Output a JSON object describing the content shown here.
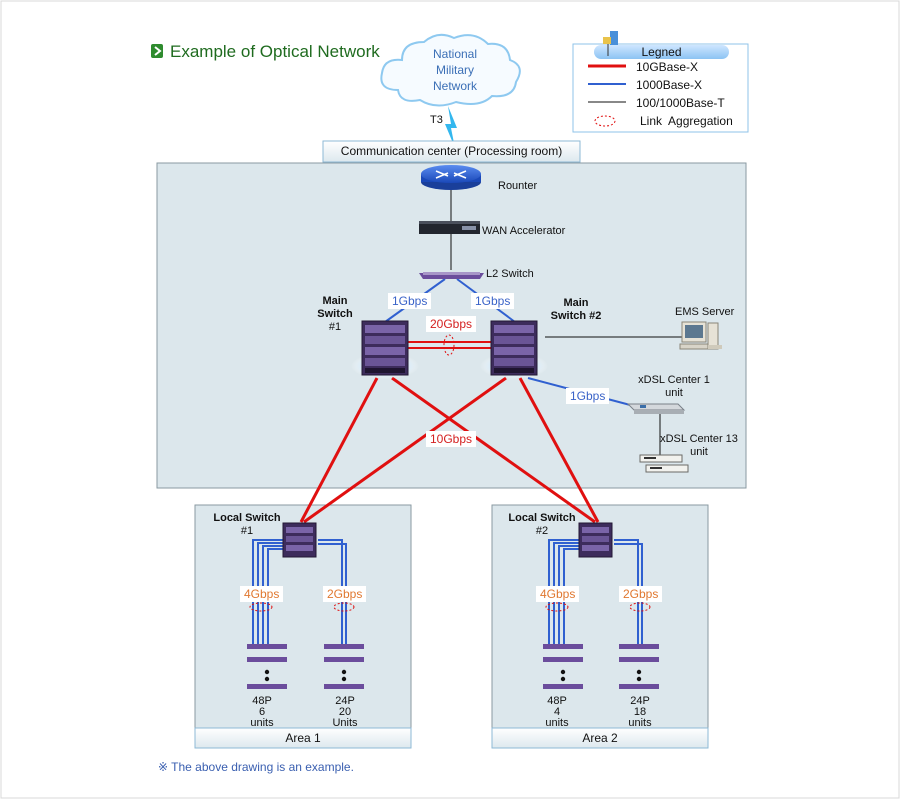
{
  "title": "Example of Optical Network",
  "cloud": {
    "line1": "National",
    "line2": "Military",
    "line3": "Network"
  },
  "link_t3": "T3",
  "center_panel": {
    "title": "Communication center (Processing room)"
  },
  "devices": {
    "router": "Rounter",
    "wan": "WAN Accelerator",
    "l2": "L2 Switch",
    "main1": {
      "line1": "Main",
      "line2": "Switch",
      "line3": "#1"
    },
    "main2": {
      "line1": "Main",
      "line2": "Switch #2"
    },
    "ems": "EMS Server",
    "xdsl1": {
      "line1": "xDSL Center 1",
      "line2": "unit"
    },
    "xdsl13": {
      "line1": "xDSL Center 13",
      "line2": "unit"
    },
    "local1": {
      "line1": "Local Switch",
      "line2": "#1"
    },
    "local2": {
      "line1": "Local Switch",
      "line2": "#2"
    }
  },
  "speeds": {
    "uplink_left": "1Gbps",
    "uplink_right": "1Gbps",
    "agg_main": "20Gbps",
    "xdsl": "1Gbps",
    "core": "10Gbps",
    "a1_left": "4Gbps",
    "a1_right": "2Gbps",
    "a2_left": "4Gbps",
    "a2_right": "2Gbps"
  },
  "legend": {
    "title": "Legned",
    "items": [
      {
        "label": "10GBase-X",
        "color": "#e01010"
      },
      {
        "label": "1000Base-X",
        "color": "#3060d0"
      },
      {
        "label": "100/1000Base-T",
        "color": "#111111"
      },
      {
        "label": "Link  Aggregation",
        "color": "#e01010"
      }
    ]
  },
  "areas": [
    {
      "label": "Area 1",
      "stack_left": {
        "line1": "48P",
        "line2": "6",
        "line3": "units"
      },
      "stack_right": {
        "line1": "24P",
        "line2": "20",
        "line3": "Units"
      }
    },
    {
      "label": "Area 2",
      "stack_left": {
        "line1": "48P",
        "line2": "4",
        "line3": "units"
      },
      "stack_right": {
        "line1": "24P",
        "line2": "18",
        "line3": "units"
      }
    }
  ],
  "note": "※ The above drawing is an example."
}
